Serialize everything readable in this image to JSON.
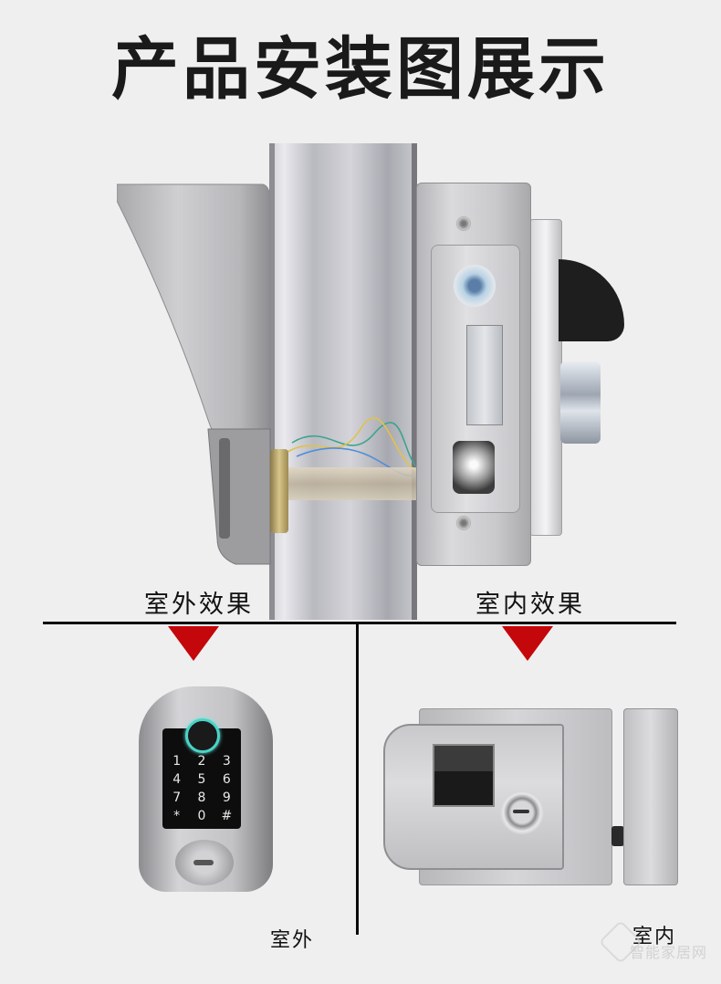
{
  "header": {
    "title": "产品安装图展示"
  },
  "installation_view": {
    "outdoor_label": "室外效果",
    "indoor_label": "室内效果",
    "wire_colors": [
      "#3aa58c",
      "#e0c24a",
      "#4f8ed6"
    ]
  },
  "products": {
    "outdoor": {
      "caption": "室外",
      "keypad_keys": [
        "1",
        "2",
        "3",
        "4",
        "5",
        "6",
        "7",
        "8",
        "9",
        "*",
        "0",
        "#"
      ],
      "fingerprint_ring_color": "#49d4c8"
    },
    "indoor": {
      "caption": "室内"
    }
  },
  "watermark": {
    "text": "智能家居网"
  },
  "colors": {
    "background": "#efefef",
    "title_text": "#1a1a1a",
    "divider": "#0a0a0a",
    "arrow_red": "#c4070b"
  }
}
